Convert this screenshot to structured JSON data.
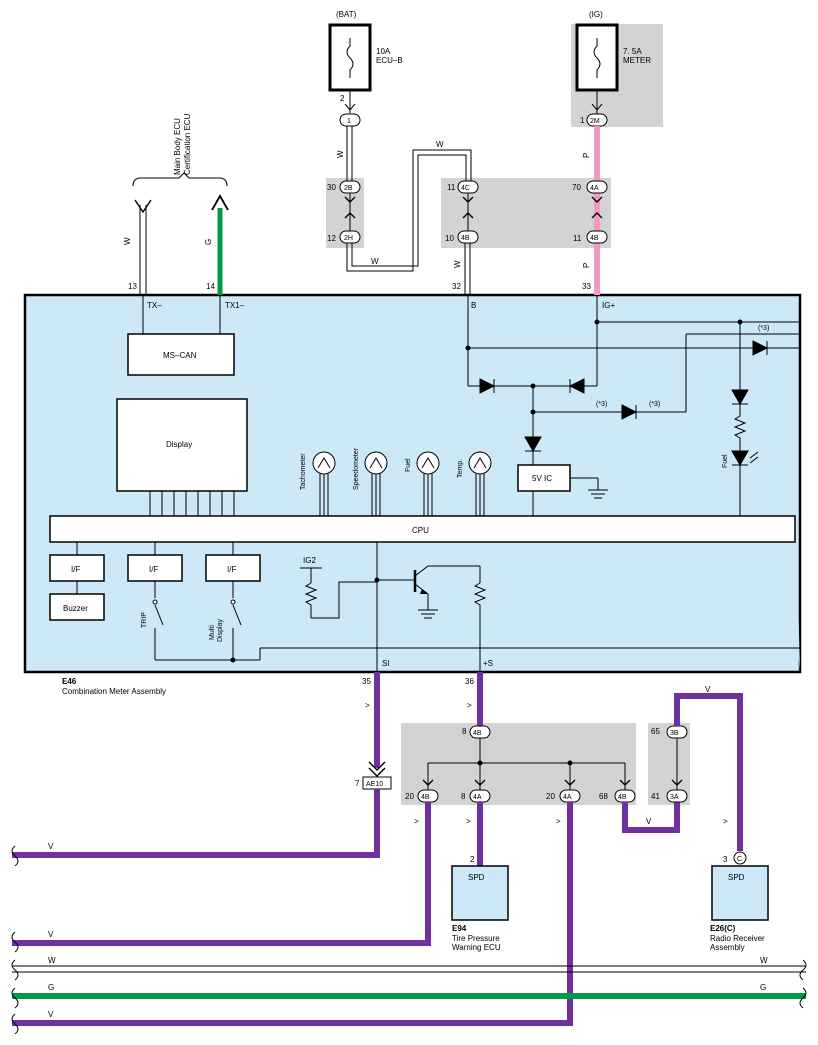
{
  "colors": {
    "meter_body": "#cde9f7",
    "connector_bg": "#d3d3d3",
    "violet": "#7030a0",
    "green": "#009944",
    "pink": "#f39ac3"
  },
  "sources": {
    "bat": {
      "label": "(BAT)",
      "fuse_amp": "10A",
      "fuse_name": "ECU–B",
      "pin": "2",
      "connector": "1"
    },
    "ig": {
      "label": "(IG)",
      "fuse_amp": "7. 5A",
      "fuse_name": "METER",
      "pin": "1",
      "connector": "2M"
    }
  },
  "main_body": {
    "line1": "Main Body ECU",
    "line2": "Certification ECU"
  },
  "wire_colors": {
    "w": "W",
    "g": "G",
    "p": "P",
    "v": "V"
  },
  "junctions": {
    "j2b": {
      "pin": "30",
      "label": "2B"
    },
    "j2h": {
      "pin": "12",
      "label": "2H"
    },
    "j4c": {
      "pin": "11",
      "label": "4C"
    },
    "j4b_top": {
      "pin": "10",
      "label": "4B"
    },
    "j4a_top": {
      "pin": "70",
      "label": "4A"
    },
    "j4b_top2": {
      "pin": "11",
      "label": "4B"
    },
    "j8_4b": {
      "pin": "8",
      "label": "4B"
    },
    "j20_4b": {
      "pin": "20",
      "label": "4B"
    },
    "j8_4a": {
      "pin": "8",
      "label": "4A"
    },
    "j20_4a": {
      "pin": "20",
      "label": "4A"
    },
    "j68_4b": {
      "pin": "68",
      "label": "4B"
    },
    "j65_3b": {
      "pin": "65",
      "label": "3B"
    },
    "j41_3a": {
      "pin": "41",
      "label": "3A"
    },
    "ae10": {
      "pin": "7",
      "label": "AE10"
    }
  },
  "meter": {
    "pins": {
      "p13": "13",
      "p14": "14",
      "p32": "32",
      "p33": "33",
      "p35": "35",
      "p36": "36"
    },
    "terminals": {
      "txm": "TX–",
      "tx1m": "TX1–",
      "b": "B",
      "igp": "IG+",
      "si": "SI",
      "s": "+S"
    },
    "blocks": {
      "mscan": "MS–CAN",
      "display": "Display",
      "cpu": "CPU",
      "ic": "5V IC",
      "if1": "I/F",
      "if2": "I/F",
      "if3": "I/F",
      "buzzer": "Buzzer"
    },
    "gauges": [
      "Tachometer",
      "Speedometer",
      "Fuel",
      "Temp."
    ],
    "fuel_led": "Fuel",
    "note": "(*3)",
    "ig2": "IG2",
    "switches": {
      "trip": "TRIP",
      "multi1": "Multi",
      "multi2": "Display"
    },
    "id": "E46",
    "name": "Combination Meter Assembly"
  },
  "tpws": {
    "block": "SPD",
    "pin": "2",
    "id": "E94",
    "line1": "Tire Pressure",
    "line2": "Warning ECU"
  },
  "radio": {
    "block": "SPD",
    "pin": "3",
    "conn": "C",
    "id": "E26(C)",
    "line1": "Radio Receiver",
    "line2": "Assembly"
  },
  "arrow": ">"
}
